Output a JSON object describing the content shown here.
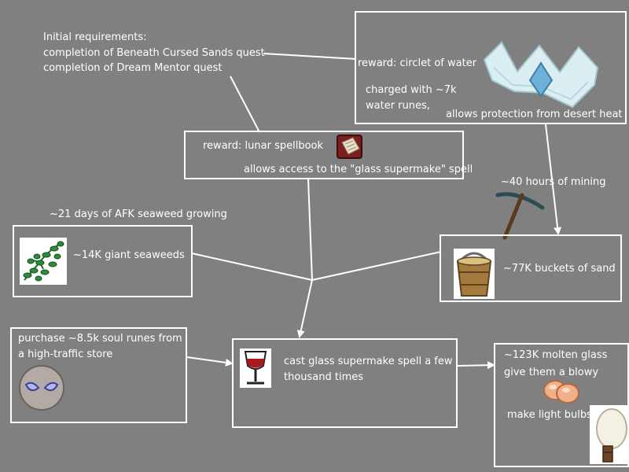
{
  "requirements": {
    "heading": "Initial requirements:",
    "lines": [
      "completion of Beneath Cursed Sands quest",
      "completion of Dream Mentor quest"
    ]
  },
  "circlet": {
    "title": "reward: circlet of water",
    "charge": [
      "charged with ~7k",
      "water runes,"
    ],
    "effect": "allows protection from desert heat",
    "icon": "circlet-of-water-icon"
  },
  "spellbook": {
    "title": "reward: lunar spellbook",
    "effect": "allows access to the \"glass supermake\" spell",
    "icon": "spellbook-icon"
  },
  "mining": {
    "note": "~40 hours of mining",
    "icon": "pickaxe-icon"
  },
  "seaweed": {
    "note": "~21 days of AFK seaweed growing",
    "label": "~14K giant seaweeds",
    "icon": "giant-seaweed-icon"
  },
  "sand": {
    "label": "~77K buckets of sand",
    "icon": "bucket-of-sand-icon"
  },
  "soul": {
    "lines": [
      "purchase ~8.5k soul runes from",
      "a high-traffic store"
    ],
    "icon": "soul-rune-icon"
  },
  "spell": {
    "lines": [
      "cast glass supermake spell a few",
      "thousand times"
    ],
    "icon": "glass-supermake-icon"
  },
  "glass": {
    "line1": "~123K molten glass",
    "line2": "give them a blowy",
    "line3": "make light bulbs",
    "glass_icon": "molten-glass-icon",
    "bulb_icon": "light-bulb-icon"
  },
  "colors": {
    "background": "#808080",
    "line": "#ffffff"
  }
}
